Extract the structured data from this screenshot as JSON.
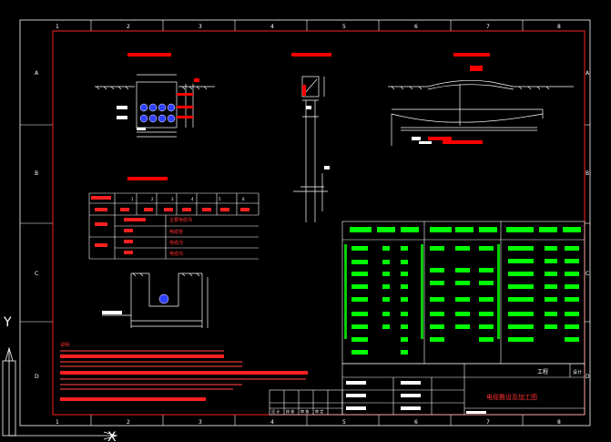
{
  "drawing": {
    "grid_cols_top": [
      "1",
      "2",
      "3",
      "4",
      "5",
      "6",
      "7",
      "8"
    ],
    "grid_cols_bottom": [
      "1",
      "2",
      "3",
      "4",
      "5",
      "6",
      "7",
      "8"
    ],
    "grid_rows_left": [
      "A",
      "B",
      "C",
      "D"
    ],
    "grid_rows_right": [
      "A",
      "B",
      "C",
      "D"
    ],
    "axis_y": "Y",
    "axis_x": "X"
  },
  "title_block": {
    "project": "工程",
    "sheet": "设计",
    "drawing_title": "电缆敷设及加工图",
    "sig_labels": [
      "设 计",
      "校 核",
      "审 查",
      "审 定"
    ]
  },
  "notes": {
    "heading": "说明:"
  },
  "cable_table": {
    "header_numbers": [
      "1",
      "2",
      "3",
      "4",
      "5",
      "6"
    ]
  },
  "laying_table": {
    "row_labels": [
      "主要电缆沟",
      "电缆管",
      "电缆沟"
    ]
  },
  "colors": {
    "frame": "#ff2020",
    "border": "#ffffff",
    "drawing": "#ffffff",
    "accent": "#ff0000",
    "table": "#00ff00",
    "background": "#000000"
  }
}
